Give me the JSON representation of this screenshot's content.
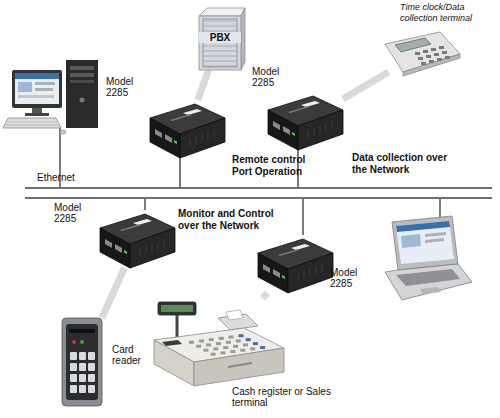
{
  "diagram": {
    "nodes": [
      {
        "text": [
          "PBX"
        ]
      },
      {
        "text": [
          "Time clock/Data collection terminal"
        ]
      },
      {
        "text": [
          "Model 2285"
        ]
      },
      {
        "text": [
          "Model 2285"
        ]
      },
      {
        "text": [
          "Ethernet"
        ]
      },
      {
        "text": [
          "Model 2285"
        ]
      },
      {
        "text": [
          "Model 2285"
        ]
      },
      {
        "text": [
          "Card reader"
        ]
      },
      {
        "text": [
          "Cash register or Sales terminal"
        ]
      }
    ],
    "edges": [
      {
        "from": 2,
        "to": 0,
        "arrow": "none"
      },
      {
        "from": 3,
        "to": 1,
        "arrow": "none"
      },
      {
        "from": 2,
        "to": 4,
        "arrow": "none"
      },
      {
        "from": 3,
        "to": 4,
        "arrow": "none"
      },
      {
        "from": 5,
        "to": 4,
        "arrow": "none"
      },
      {
        "from": 6,
        "to": 4,
        "arrow": "none"
      },
      {
        "from": 5,
        "to": 7,
        "arrow": "none"
      },
      {
        "from": 6,
        "to": 8,
        "arrow": "none"
      }
    ],
    "labels": [
      "Remote control Port Operation",
      "Data collection over the Network",
      "Monitor and Control over the Network"
    ]
  }
}
